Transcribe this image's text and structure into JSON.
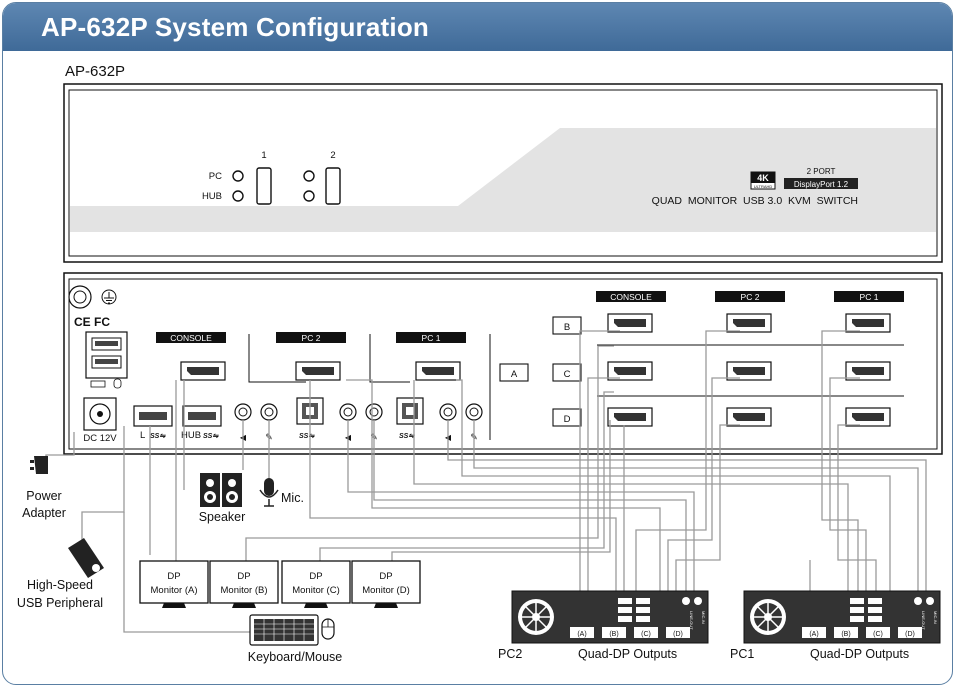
{
  "title": "AP-632P System Configuration",
  "model_label": "AP-632P",
  "front_panel": {
    "port_numbers": [
      "1",
      "2"
    ],
    "led_labels": [
      "PC",
      "HUB"
    ],
    "badge_4k": "4K",
    "badge_ultrahd": "ULTRAHD",
    "port_count": "2 PORT",
    "displayport": "DisplayPort 1.2",
    "product_desc": "QUAD  MONITOR  USB 3.0  KVM  SWITCH"
  },
  "rear_panel": {
    "certifications": "CE FC",
    "group_headers": [
      "CONSOLE",
      "PC 2",
      "PC 1"
    ],
    "right_headers": [
      "CONSOLE",
      "PC 2",
      "PC 1"
    ],
    "dc_label": "DC 12V",
    "usb_labels": [
      "L",
      "HUB"
    ],
    "channel_buttons": [
      "B",
      "A",
      "C",
      "D"
    ]
  },
  "devices": {
    "power_adapter": "Power\nAdapter",
    "usb_peripheral": "High-Speed\nUSB Peripheral",
    "speaker": "Speaker",
    "mic": "Mic.",
    "keyboard_mouse": "Keyboard/Mouse",
    "monitors": [
      {
        "line1": "DP",
        "line2": "Monitor (A)"
      },
      {
        "line1": "DP",
        "line2": "Monitor (B)"
      },
      {
        "line1": "DP",
        "line2": "Monitor (C)"
      },
      {
        "line1": "DP",
        "line2": "Monitor (D)"
      }
    ],
    "pcs": [
      {
        "name": "PC2",
        "outputs": "Quad-DP Outputs",
        "ports": [
          "(A)",
          "(B)",
          "(C)",
          "(D)"
        ],
        "jacks": [
          "MIC-IN",
          "LINE-OUT"
        ]
      },
      {
        "name": "PC1",
        "outputs": "Quad-DP Outputs",
        "ports": [
          "(A)",
          "(B)",
          "(C)",
          "(D)"
        ],
        "jacks": [
          "MIC-IN",
          "LINE-OUT"
        ]
      }
    ]
  }
}
